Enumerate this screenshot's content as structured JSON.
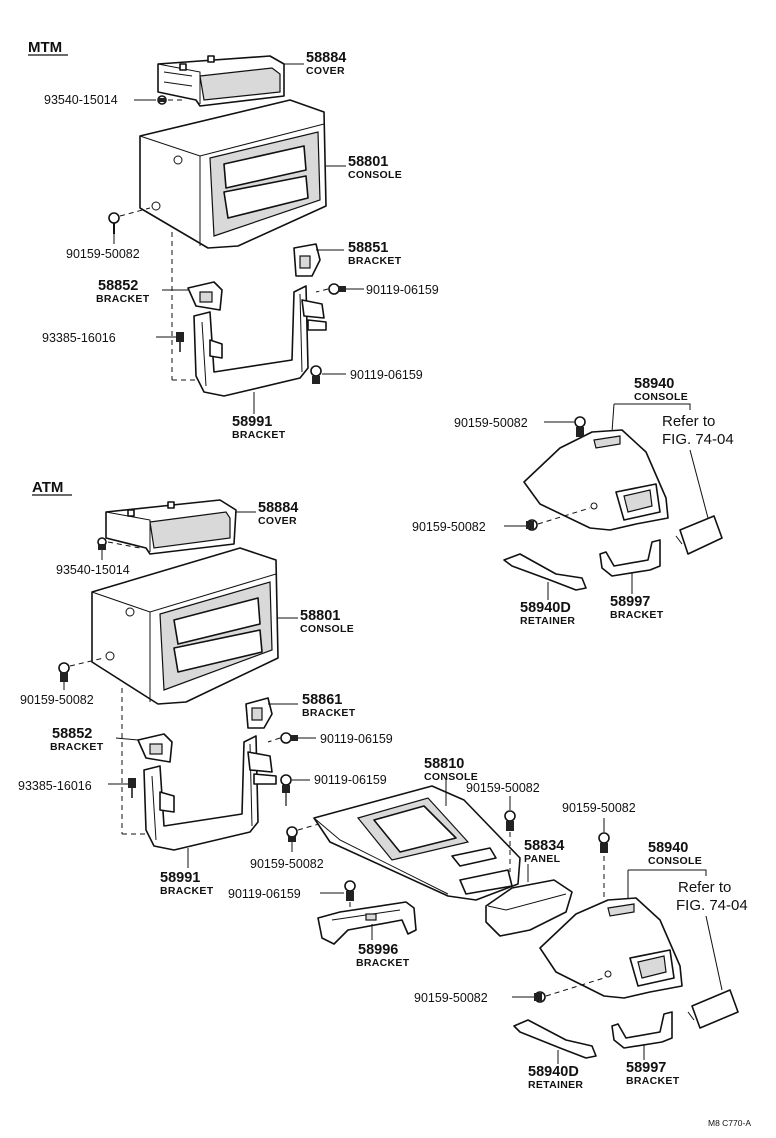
{
  "sections": {
    "mtm": "MTM",
    "atm": "ATM"
  },
  "labels": {
    "mtm_cover_no": "58884",
    "mtm_cover_name": "COVER",
    "mtm_screw_a": "93540-15014",
    "mtm_console_no": "58801",
    "mtm_console_name": "CONSOLE",
    "mtm_screw_b": "90159-50082",
    "mtm_bracket51_no": "58851",
    "mtm_bracket51_name": "BRACKET",
    "mtm_screw_c": "90119-06159",
    "mtm_bracket52_no": "58852",
    "mtm_bracket52_name": "BRACKET",
    "mtm_screw_d": "93385-16016",
    "mtm_screw_e": "90119-06159",
    "mtm_bracket91_no": "58991",
    "mtm_bracket91_name": "BRACKET",
    "r1_console_no": "58940",
    "r1_console_name": "CONSOLE",
    "r1_screw_a": "90159-50082",
    "r1_screw_b": "90159-50082",
    "r1_ref_a": "Refer to",
    "r1_ref_b": "FIG. 74-04",
    "r1_retainer_no": "58940D",
    "r1_retainer_name": "RETAINER",
    "r1_bracket_no": "58997",
    "r1_bracket_name": "BRACKET",
    "atm_cover_no": "58884",
    "atm_cover_name": "COVER",
    "atm_screw_a": "93540-15014",
    "atm_console_no": "58801",
    "atm_console_name": "CONSOLE",
    "atm_screw_b": "90159-50082",
    "atm_bracket61_no": "58861",
    "atm_bracket61_name": "BRACKET",
    "atm_screw_c": "90119-06159",
    "atm_bracket52_no": "58852",
    "atm_bracket52_name": "BRACKET",
    "atm_screw_d": "93385-16016",
    "atm_screw_e": "90119-06159",
    "atm_console10_no": "58810",
    "atm_console10_name": "CONSOLE",
    "atm_screw_f": "90159-50082",
    "atm_screw_g": "90159-50082",
    "atm_screw_h": "90159-50082",
    "atm_panel_no": "58834",
    "atm_panel_name": "PANEL",
    "atm_bracket91_no": "58991",
    "atm_bracket91_name": "BRACKET",
    "atm_screw_i": "90119-06159",
    "atm_bracket96_no": "58996",
    "atm_bracket96_name": "BRACKET",
    "r2_console_no": "58940",
    "r2_console_name": "CONSOLE",
    "r2_ref_a": "Refer to",
    "r2_ref_b": "FIG. 74-04",
    "r2_screw_a": "90159-50082",
    "r2_retainer_no": "58940D",
    "r2_retainer_name": "RETAINER",
    "r2_bracket_no": "58997",
    "r2_bracket_name": "BRACKET"
  },
  "footer": "M8 C770-A"
}
